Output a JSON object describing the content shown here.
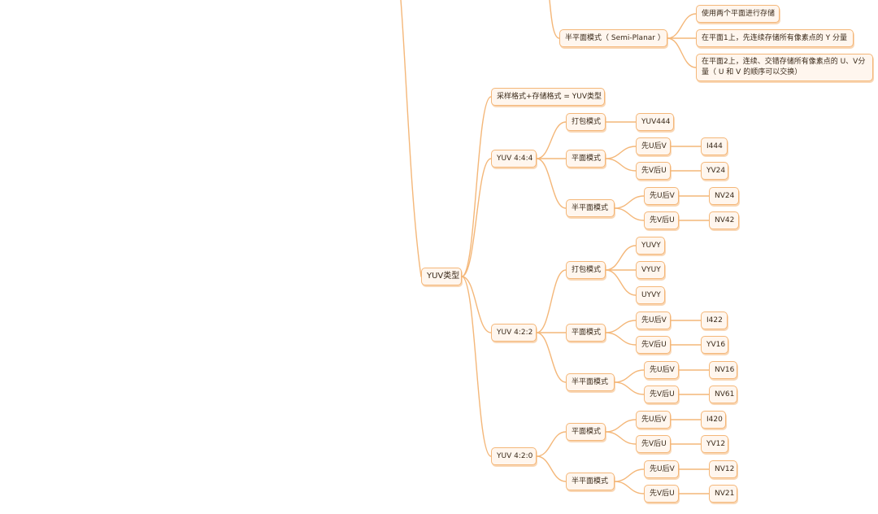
{
  "root": {
    "label": "YUV类型"
  },
  "top_branch": {
    "semi_planar": {
      "label": "半平面模式（ Semi-Planar ）",
      "children": [
        "使用两个平面进行存储",
        "在平面1上，先连续存储所有像素点的 Y 分量",
        "在平面2上，连续、交错存储所有像素点的 U、V分量（ U 和 V 的顺序可以交换）"
      ]
    }
  },
  "formula": {
    "label": "采样格式+存储格式 = YUV类型"
  },
  "yuv444": {
    "label": "YUV 4:4:4",
    "packed": {
      "label": "打包模式",
      "leaf": "YUV444"
    },
    "planar": {
      "label": "平面模式",
      "u_then_v": "先U后V",
      "u_then_v_leaf": "I444",
      "v_then_u": "先V后U",
      "v_then_u_leaf": "YV24"
    },
    "semi": {
      "label": "半平面模式",
      "u_then_v": "先U后V",
      "u_then_v_leaf": "NV24",
      "v_then_u": "先V后U",
      "v_then_u_leaf": "NV42"
    }
  },
  "yuv422": {
    "label": "YUV 4:2:2",
    "packed": {
      "label": "打包模式",
      "leaves": [
        "YUVY",
        "VYUY",
        "UYVY"
      ]
    },
    "planar": {
      "label": "平面模式",
      "u_then_v": "先U后V",
      "u_then_v_leaf": "I422",
      "v_then_u": "先V后U",
      "v_then_u_leaf": "YV16"
    },
    "semi": {
      "label": "半平面模式",
      "u_then_v": "先U后V",
      "u_then_v_leaf": "NV16",
      "v_then_u": "先V后U",
      "v_then_u_leaf": "NV61"
    }
  },
  "yuv420": {
    "label": "YUV 4:2:0",
    "planar": {
      "label": "平面模式",
      "u_then_v": "先U后V",
      "u_then_v_leaf": "I420",
      "v_then_u": "先V后U",
      "v_then_u_leaf": "YV12"
    },
    "semi": {
      "label": "半平面模式",
      "u_then_v": "先U后V",
      "u_then_v_leaf": "NV12",
      "v_then_u": "先V后U",
      "v_then_u_leaf": "NV21"
    }
  },
  "colors": {
    "line": "#f4b779",
    "node_fill": "#fff6ee",
    "text": "#3a2a1a"
  }
}
